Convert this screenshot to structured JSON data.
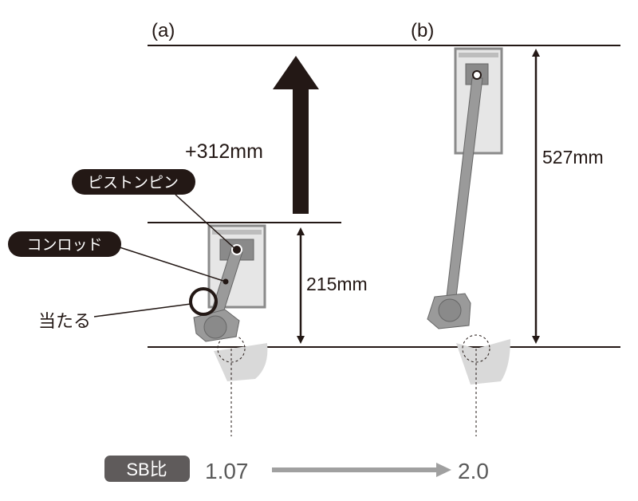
{
  "panels": {
    "a_label": "(a)",
    "b_label": "(b)"
  },
  "dimensions": {
    "rise": "+312mm",
    "height_a": "215mm",
    "height_b": "527mm"
  },
  "callouts": {
    "piston_pin": "ピストンピン",
    "conrod": "コンロッド",
    "contact": "当たる"
  },
  "sb_ratio": {
    "badge": "SB比",
    "from": "1.07",
    "to": "2.0"
  },
  "colors": {
    "ink": "#231815",
    "part": "#8a8a8a",
    "part_light": "#e6e6e6",
    "sweep": "#d9d9d9",
    "badge": "#5f5b5b",
    "ratio_text": "#5a5a5a",
    "ratio_arrow": "#a0a0a0"
  }
}
